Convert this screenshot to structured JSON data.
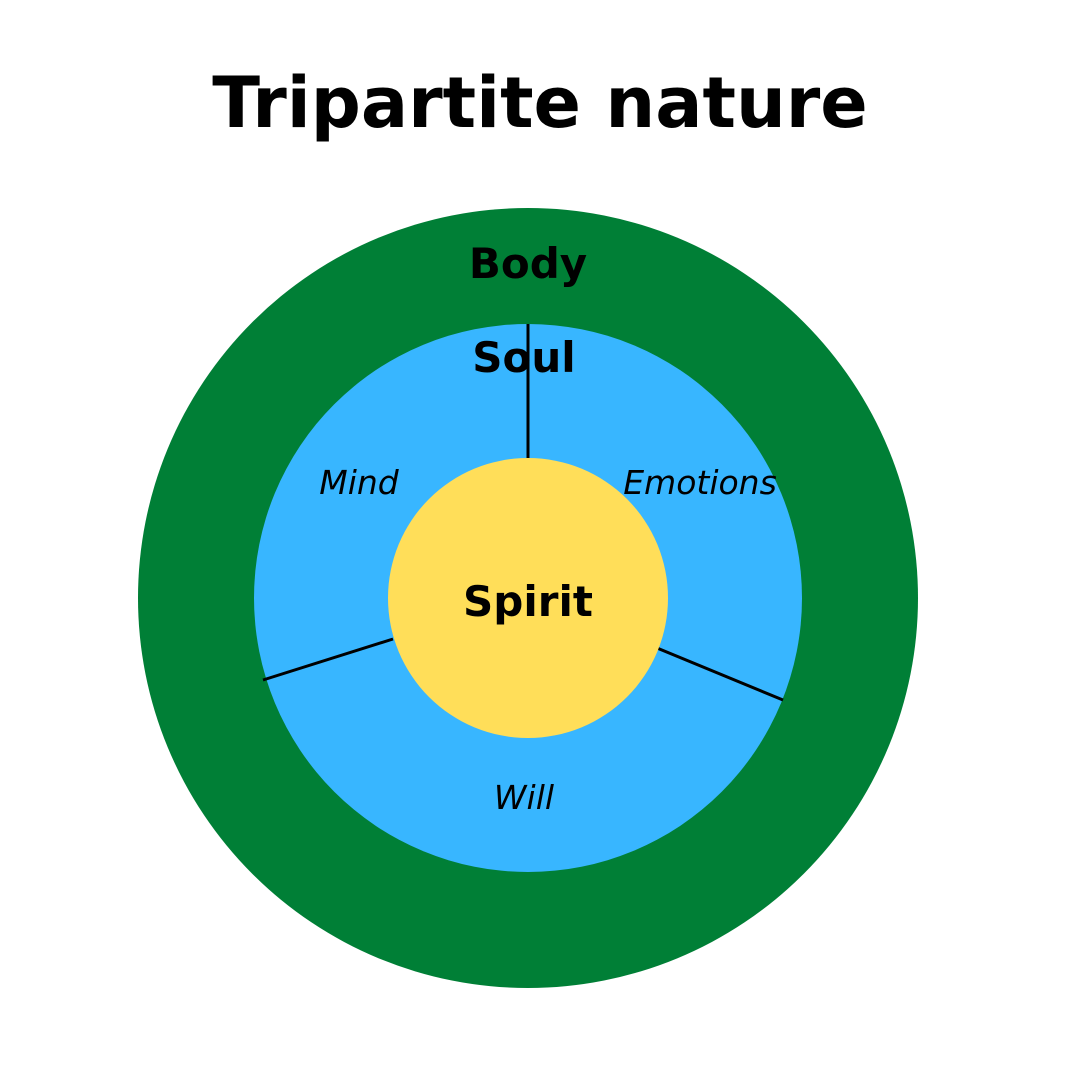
{
  "title": "Tripartite nature",
  "layers": {
    "body": {
      "label": "Body",
      "color": "#007f36"
    },
    "soul": {
      "label": "Soul",
      "color": "#38b6ff"
    },
    "spirit": {
      "label": "Spirit",
      "color": "#ffde59"
    }
  },
  "soul_parts": {
    "mind": "Mind",
    "emotions": "Emotions",
    "will": "Will"
  },
  "divider_color": "#000000"
}
